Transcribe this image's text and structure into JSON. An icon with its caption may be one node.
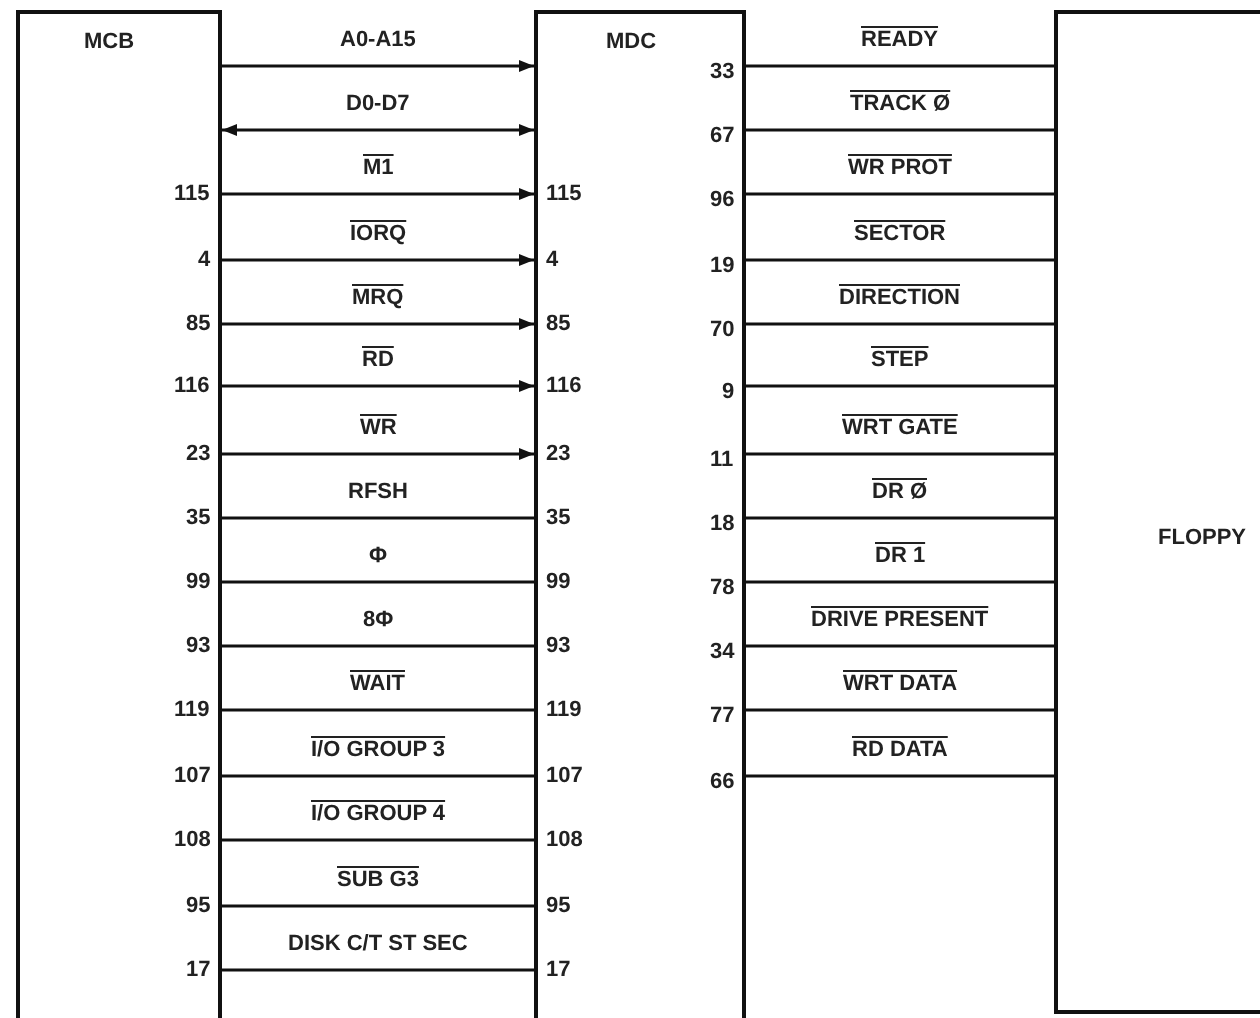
{
  "diagram": {
    "nodes": [
      {
        "text": [
          "MCB"
        ]
      },
      {
        "text": [
          "MDC"
        ]
      },
      {
        "text": [
          "FLOPPY"
        ]
      }
    ],
    "edges": [
      {
        "from": 0,
        "to": 1,
        "arrow": "to",
        "label": "A0-A15"
      },
      {
        "from": 0,
        "to": 1,
        "arrow": "both",
        "label": "D0-D7"
      },
      {
        "from": 0,
        "to": 1,
        "arrow": "to",
        "label": "M1"
      },
      {
        "from": 0,
        "to": 1,
        "arrow": "to",
        "label": "IORQ"
      },
      {
        "from": 0,
        "to": 1,
        "arrow": "to",
        "label": "MRQ"
      },
      {
        "from": 0,
        "to": 1,
        "arrow": "to",
        "label": "RD"
      },
      {
        "from": 0,
        "to": 1,
        "arrow": "to",
        "label": "WR"
      },
      {
        "from": 0,
        "to": 1,
        "arrow": "none",
        "label": "RFSH"
      },
      {
        "from": 0,
        "to": 1,
        "arrow": "none",
        "label": "Φ"
      },
      {
        "from": 0,
        "to": 1,
        "arrow": "none",
        "label": "8Φ"
      },
      {
        "from": 0,
        "to": 1,
        "arrow": "none",
        "label": "WAIT"
      },
      {
        "from": 0,
        "to": 1,
        "arrow": "none",
        "label": "I/O GROUP 3"
      },
      {
        "from": 0,
        "to": 1,
        "arrow": "none",
        "label": "I/O GROUP 4"
      },
      {
        "from": 0,
        "to": 1,
        "arrow": "none",
        "label": "SUB G3"
      },
      {
        "from": 0,
        "to": 1,
        "arrow": "none",
        "label": "DISK C/T ST SEC"
      },
      {
        "from": 1,
        "to": 2,
        "arrow": "none",
        "label": "READY"
      },
      {
        "from": 1,
        "to": 2,
        "arrow": "none",
        "label": "TRACK Ø"
      },
      {
        "from": 1,
        "to": 2,
        "arrow": "none",
        "label": "WR PROT"
      },
      {
        "from": 1,
        "to": 2,
        "arrow": "none",
        "label": "SECTOR"
      },
      {
        "from": 1,
        "to": 2,
        "arrow": "none",
        "label": "DIRECTION"
      },
      {
        "from": 1,
        "to": 2,
        "arrow": "none",
        "label": "STEP"
      },
      {
        "from": 1,
        "to": 2,
        "arrow": "none",
        "label": "WRT GATE"
      },
      {
        "from": 1,
        "to": 2,
        "arrow": "none",
        "label": "DR Ø"
      },
      {
        "from": 1,
        "to": 2,
        "arrow": "none",
        "label": "DR 1"
      },
      {
        "from": 1,
        "to": 2,
        "arrow": "none",
        "label": "DRIVE PRESENT"
      },
      {
        "from": 1,
        "to": 2,
        "arrow": "none",
        "label": "WRT DATA"
      },
      {
        "from": 1,
        "to": 2,
        "arrow": "none",
        "label": "RD DATA"
      }
    ],
    "labels": [
      "115",
      "115",
      "4",
      "4",
      "85",
      "85",
      "116",
      "116",
      "23",
      "23",
      "35",
      "35",
      "99",
      "99",
      "93",
      "93",
      "119",
      "119",
      "107",
      "107",
      "108",
      "108",
      "95",
      "95",
      "17",
      "17",
      "33",
      "67",
      "96",
      "19",
      "70",
      "9",
      "11",
      "18",
      "78",
      "34",
      "77",
      "66"
    ]
  }
}
